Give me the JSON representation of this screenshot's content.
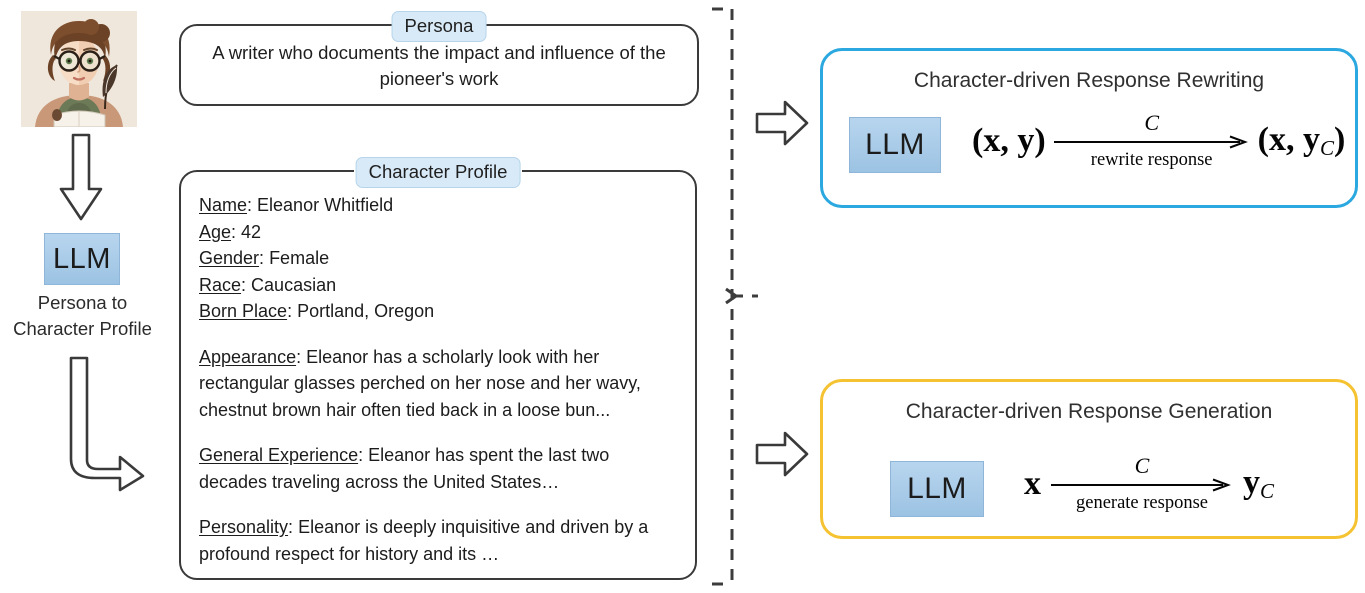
{
  "colors": {
    "accent_blue": "#2BA8DF",
    "accent_yellow": "#F5C231",
    "legend_fill": "#D8EAF8",
    "llm_chip_top": "#B8D5EE",
    "llm_chip_bottom": "#9CC3E3",
    "outline_dark": "#3A3A3A"
  },
  "left": {
    "avatar_alt": "illustrated-female-writer-with-round-glasses-and-quill",
    "llm_label": "LLM",
    "caption_line1": "Persona to",
    "caption_line2": "Character Profile",
    "arrow_down_name": "persona-to-llm-arrow",
    "arrow_elbow_name": "llm-to-character-profile-arrow"
  },
  "persona": {
    "legend": "Persona",
    "text": "A writer who documents the impact and influence of the pioneer's work"
  },
  "profile": {
    "legend": "Character Profile",
    "fields": [
      {
        "label": "Name",
        "value": "Eleanor Whitfield"
      },
      {
        "label": "Age",
        "value": "42"
      },
      {
        "label": "Gender",
        "value": "Female"
      },
      {
        "label": "Race",
        "value": "Caucasian"
      },
      {
        "label": "Born Place",
        "value": "Portland, Oregon"
      }
    ],
    "sections": [
      {
        "label": "Appearance",
        "value": "Eleanor has a scholarly look with her rectangular glasses perched on her nose and her wavy, chestnut brown hair often tied back in a loose bun..."
      },
      {
        "label": "General Experience",
        "value": "Eleanor has spent the last two decades traveling across the United States…"
      },
      {
        "label": "Personality",
        "value": "Eleanor is deeply inquisitive and driven by a profound respect for history and its …"
      }
    ]
  },
  "rewrite": {
    "title": "Character-driven Response Rewriting",
    "llm_label": "LLM",
    "formula": {
      "lhs": "(x, y)",
      "above_arrow": "C",
      "below_arrow": "rewrite response",
      "rhs_prefix": "(x, y",
      "rhs_sub": "C",
      "rhs_suffix": ")"
    }
  },
  "generate": {
    "title": "Character-driven Response Generation",
    "llm_label": "LLM",
    "formula": {
      "lhs": "x",
      "above_arrow": "C",
      "below_arrow": "generate response",
      "rhs_prefix": "y",
      "rhs_sub": "C",
      "rhs_suffix": ""
    }
  },
  "connectors": {
    "bracket_name": "dashed-grouping-bracket",
    "arrow_to_rewrite": "arrow-to-rewrite-panel",
    "arrow_to_generate": "arrow-to-generate-panel"
  }
}
